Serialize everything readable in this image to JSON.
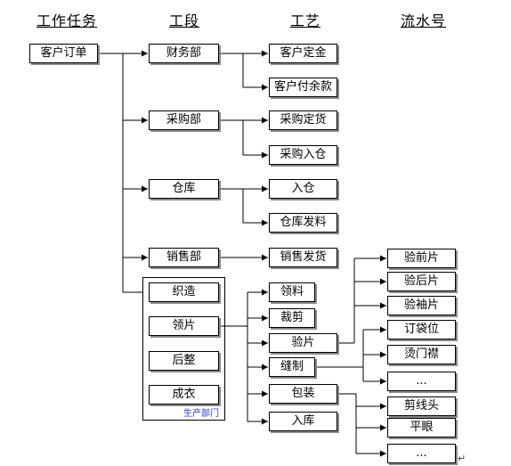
{
  "headers": {
    "col1": "工作任务",
    "col2": "工段",
    "col3": "工艺",
    "col4": "流水号"
  },
  "root": "客户订单",
  "sections": {
    "finance": "财务部",
    "purchase": "采购部",
    "warehouse": "仓库",
    "sales": "销售部"
  },
  "production": {
    "group_label": "生产部门",
    "weave": "织造",
    "cut_pieces": "领片",
    "finish": "后整",
    "garment": "成衣"
  },
  "processes": {
    "deposit": "客户定金",
    "balance": "客户付余款",
    "order_goods": "采购定货",
    "purchase_in": "采购入仓",
    "in_stock": "入仓",
    "issue_material": "仓库发料",
    "sales_ship": "销售发货",
    "receive_material": "领料",
    "cutting": "裁剪",
    "inspect_pieces": "验片",
    "sewing": "缝制",
    "packing": "包装",
    "put_away": "入库"
  },
  "serials": {
    "front_piece": "验前片",
    "back_piece": "验后片",
    "sleeve_piece": "验袖片",
    "pocket": "订袋位",
    "placket": "烫门襟",
    "more_1": "...",
    "trim_thread": "剪线头",
    "buttonhole": "平眼",
    "more_2": "..."
  },
  "colors": {
    "line": "#000000",
    "shadow": "#8a8a8a",
    "group_label": "#2a3fd0"
  },
  "marks": {
    "return": "↵"
  }
}
